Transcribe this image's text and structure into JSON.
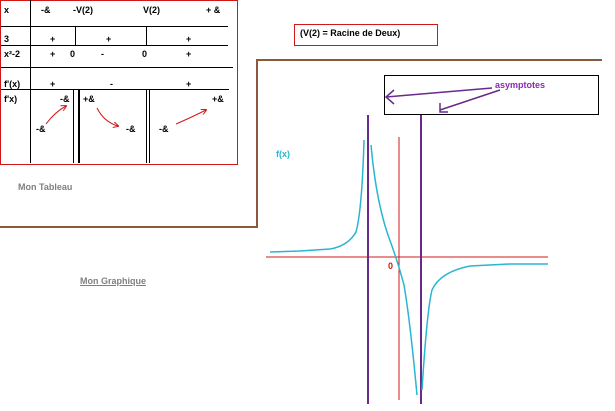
{
  "table": {
    "header": {
      "x": "x",
      "c1": "-&",
      "c2": "-V(2)",
      "c3": "V(2)",
      "c4": "+ &"
    },
    "row_3": {
      "label": "3",
      "s1": "+",
      "s2": "+",
      "s3": "+"
    },
    "row_x2": {
      "label": "x²-2",
      "s1": "+",
      "z1": "0",
      "s2": "-",
      "z2": "0",
      "s3": "+"
    },
    "row_fp": {
      "label": "f'(x)",
      "s1": "+",
      "s2": "-",
      "s3": "+"
    },
    "row_f": {
      "label": "f'x)",
      "v1_top": "-&",
      "v1_bottom": "-&",
      "v2_top": "+&",
      "v2_bottom": "-&",
      "v3_top": "+&",
      "v3_bottom": "-&"
    }
  },
  "note": "(V(2) = Racine de Deux)",
  "captions": {
    "tableau": "Mon Tableau",
    "graphique": "Mon Graphique"
  },
  "graph": {
    "fx_label": "f(x)",
    "origin_label": "0",
    "asymptotes_label": "asymptotes"
  },
  "colors": {
    "red": "#d01818",
    "brown": "#8a5a3b",
    "curve": "#29b6d0",
    "purple": "#6a2a8a",
    "label_purple": "#8a2ab0",
    "caption_grey": "#808080"
  }
}
